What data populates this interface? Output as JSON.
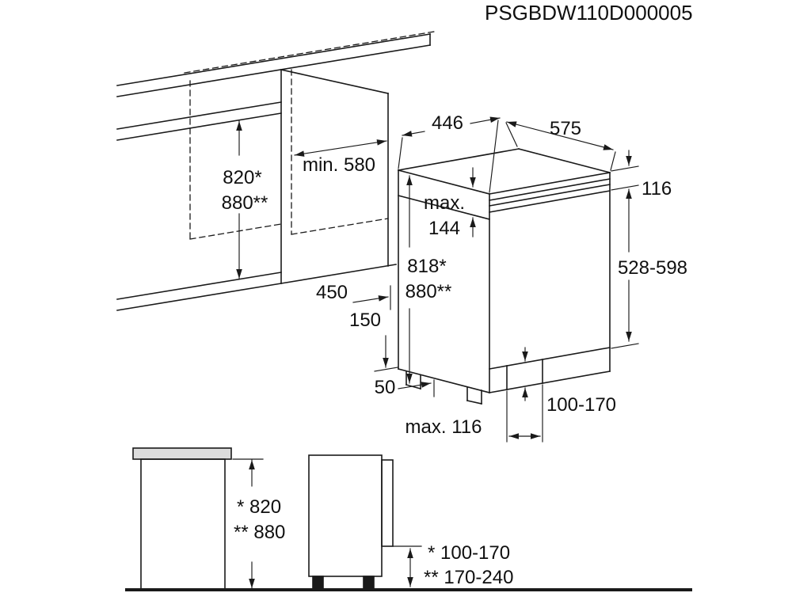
{
  "title": "PSGBDW110D000005",
  "colors": {
    "ink": "#1a1a1a",
    "background": "#ffffff"
  },
  "upper": {
    "niche_height_line1": "820*",
    "niche_height_line2": "880**",
    "niche_depth": "min. 580",
    "top_width": "446",
    "top_depth": "575",
    "worktop_strip_height": "116",
    "max_word": "max.",
    "max_value": "144",
    "appliance_height_line1": "818*",
    "appliance_height_line2": "880**",
    "front_panel_height": "528-598",
    "plinth_recess_depth": "450",
    "recess_height": "150",
    "recess_offset": "50",
    "feet_height_range": "100-170",
    "plinth_max_depth": "max. 116"
  },
  "lower": {
    "overall_height_line1": "* 820",
    "overall_height_line2": "** 880",
    "plinth_clearance_line1": "* 100-170",
    "plinth_clearance_line2": "** 170-240"
  }
}
